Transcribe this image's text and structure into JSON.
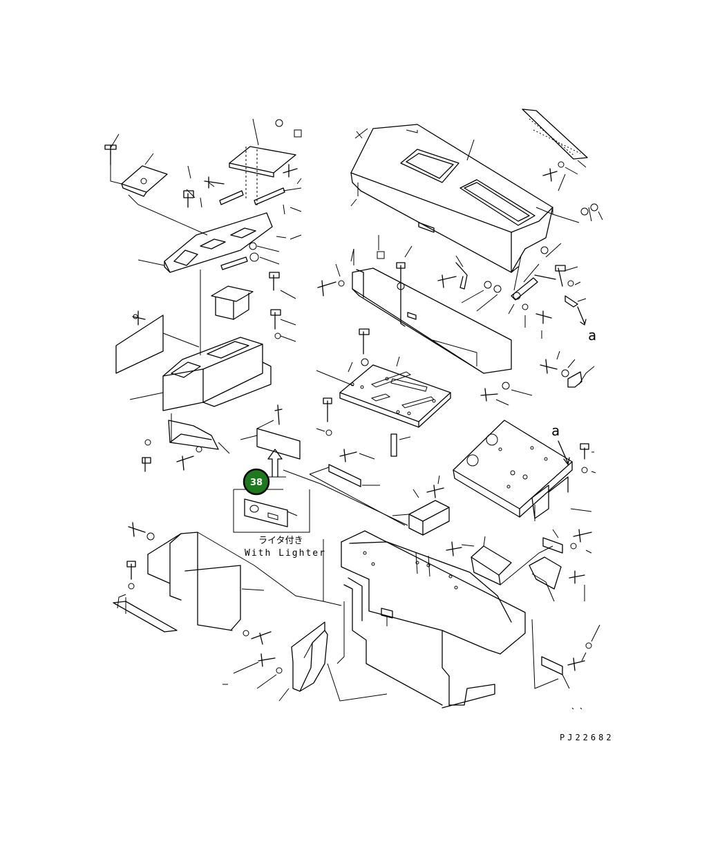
{
  "drawing": {
    "code": "PJ22682",
    "letter_marker": "a",
    "lighter_note_jp": "ライタ付き",
    "lighter_note_en": "With Lighter"
  },
  "callouts": [
    {
      "label": "38",
      "color": "#1b7a1b"
    }
  ]
}
